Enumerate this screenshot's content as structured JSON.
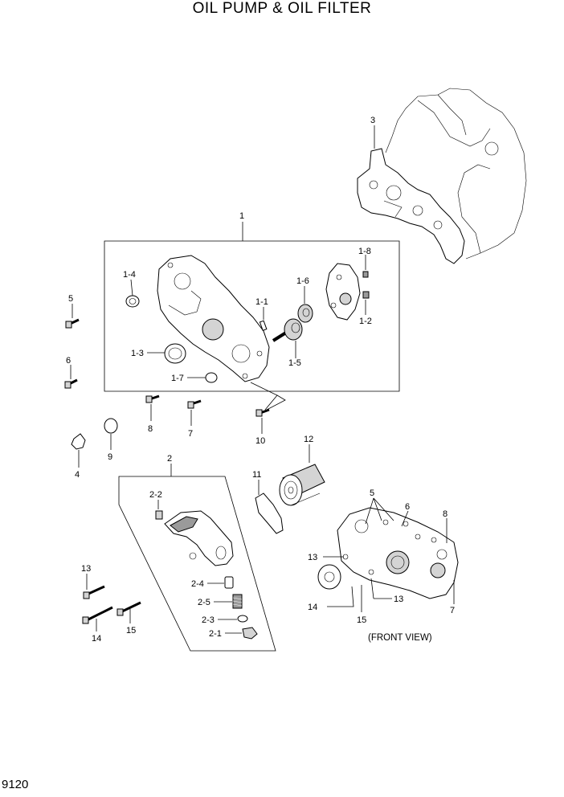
{
  "title": "OIL PUMP & OIL FILTER",
  "page_number": "9120",
  "front_view_caption": "(FRONT VIEW)",
  "callouts": {
    "c1": "1",
    "c1_1": "1-1",
    "c1_2": "1-2",
    "c1_3": "1-3",
    "c1_4": "1-4",
    "c1_5": "1-5",
    "c1_6": "1-6",
    "c1_7": "1-7",
    "c1_8": "1-8",
    "c2": "2",
    "c2_1": "2-1",
    "c2_2": "2-2",
    "c2_3": "2-3",
    "c2_4": "2-4",
    "c2_5": "2-5",
    "c3": "3",
    "c4": "4",
    "c5": "5",
    "c6": "6",
    "c7": "7",
    "c8": "8",
    "c9": "9",
    "c10": "10",
    "c11": "11",
    "c12": "12",
    "c13": "13",
    "c14": "14",
    "c15": "15",
    "fv5": "5",
    "fv6": "6",
    "fv8": "8",
    "fv13a": "13",
    "fv13b": "13",
    "fv14": "14",
    "fv15": "15",
    "fv7": "7"
  }
}
